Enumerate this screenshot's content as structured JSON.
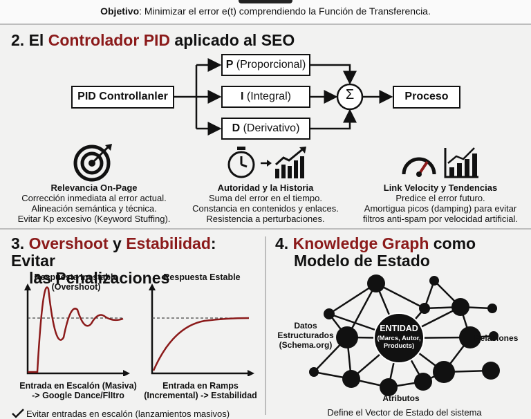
{
  "header": {
    "objective_label": "Objetivo",
    "objective_text": ": Minimizar el error e(t) comprendiendo la Función de Transferencia."
  },
  "section2": {
    "title_number": "2. El ",
    "title_highlight": "Controlador PID",
    "title_rest": " aplicado al SEO",
    "controller_label": "PID Controllanler",
    "p_key": "P",
    "p_label": " (Proporcional)",
    "i_key": "I",
    "i_label": " (Integral)",
    "d_key": "D",
    "d_label": " (Derivativo)",
    "sum_symbol": "Σ",
    "process_label": "Proceso",
    "columns": [
      {
        "heading": "Relevancia On-Page",
        "lines": [
          "Corrección inmediata al error actual.",
          "Alineación semántica y técnica.",
          "Evitar Kp excesivo (Keyword Stuffing)."
        ]
      },
      {
        "heading": "Autoridad y la Historia",
        "lines": [
          "Suma del error en el tiempo.",
          "Constancia en contenidos y enlaces.",
          "Resistencia a perturbaciones."
        ]
      },
      {
        "heading": "Link Velocity y Tendencias",
        "lines": [
          "Predice el error futuro.",
          "Amortigua picos (damping) para evitar",
          "filtros anti-spam por velocidad artificial."
        ]
      }
    ]
  },
  "section3": {
    "title_number": "3. ",
    "title_red1": "Overshoot",
    "title_mid": " y ",
    "title_red2": "Estabilidad",
    "title_rest1": ": Evitar",
    "title_rest2": "las Penalizaciones",
    "unstable_title_1": "Respuesta Inestable",
    "unstable_title_2": "(Overshoot)",
    "unstable_caption_1": "Entrada en Escalón (Masiva)",
    "unstable_caption_2": "-> Google Dance/FlItro",
    "stable_title": "Respuesta Estable",
    "stable_caption_1": "Entrada en Ramps",
    "stable_caption_2": "(Incremental) -> Estabilidad",
    "footer_partial": "Evitar entradas en escalón (lanzamientos masivos)"
  },
  "section4": {
    "title_number": "4. ",
    "title_red": "Knowledge Graph",
    "title_rest1": " como",
    "title_rest2": "Modelo de Estado",
    "center_title": "ENTIDAD",
    "center_sub_1": "(Marcs, Autor,",
    "center_sub_2": "Products)",
    "label_left_1": "Datos",
    "label_left_2": "Estructurados",
    "label_left_3": "(Schema.org)",
    "label_right": "Relaciones",
    "label_bottom": "Atributos",
    "footer_partial": "Define el Vector de Estado del sistema"
  },
  "colors": {
    "accent_red": "#8b1a1a",
    "ink": "#111111",
    "background": "#f2f2f1"
  },
  "icons": [
    "target-icon",
    "stopwatch-icon",
    "growth-chart-icon",
    "speedometer-icon",
    "bar-trend-icon",
    "check-icon"
  ]
}
